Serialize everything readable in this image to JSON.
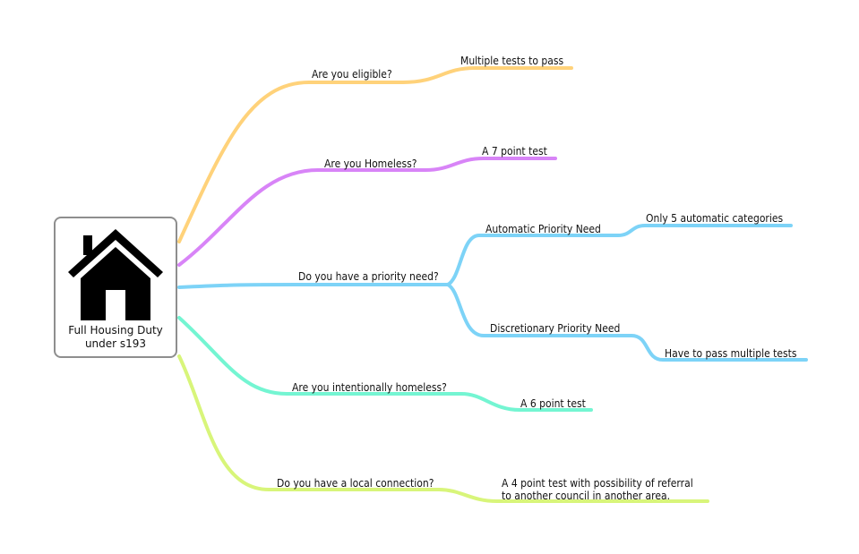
{
  "root": {
    "title_line1": "Full Housing Duty",
    "title_line2": "under s193",
    "icon": "house-icon"
  },
  "colors": {
    "eligible": "#ffd27a",
    "homeless": "#d884f7",
    "priority": "#7dd3f7",
    "intentional": "#74f5d2",
    "local": "#d8f57a",
    "border": "#8e8e8e"
  },
  "branches": [
    {
      "id": "eligible",
      "label": "Are you eligible?",
      "children": [
        {
          "label": "Multiple tests to pass"
        }
      ]
    },
    {
      "id": "homeless",
      "label": "Are you Homeless?",
      "children": [
        {
          "label": "A 7 point test"
        }
      ]
    },
    {
      "id": "priority",
      "label": "Do you have a priority need?",
      "children": [
        {
          "label": "Automatic Priority Need",
          "children": [
            {
              "label": "Only 5 automatic categories"
            }
          ]
        },
        {
          "label": "Discretionary Priority Need",
          "children": [
            {
              "label": "Have to pass multiple tests"
            }
          ]
        }
      ]
    },
    {
      "id": "intentional",
      "label": "Are you intentionally homeless?",
      "children": [
        {
          "label": "A 6 point test"
        }
      ]
    },
    {
      "id": "local",
      "label": "Do you have a local connection?",
      "children": [
        {
          "label_line1": "A 4 point test with possibility of referral",
          "label_line2": "to another council in another area."
        }
      ]
    }
  ]
}
